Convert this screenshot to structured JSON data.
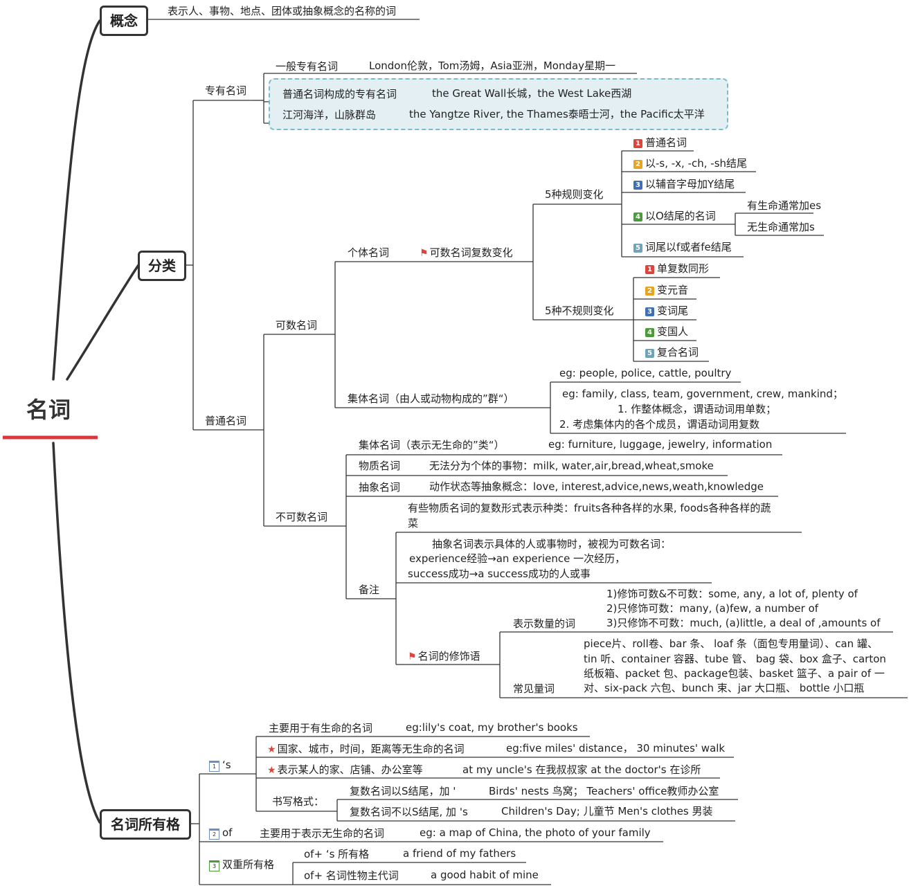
{
  "root": "名词",
  "concept": {
    "label": "概念",
    "text": "表示人、事物、地点、团体或抽象概念的名称的词"
  },
  "classify": {
    "label": "分类",
    "proper": {
      "label": "专有名词",
      "items": [
        {
          "label": "一般专有名词",
          "example": "London伦敦，Tom汤姆，Asia亚洲，Monday星期一"
        },
        {
          "label": "普通名词构成的专有名词",
          "example": "the Great Wall长城，the West Lake西湖"
        },
        {
          "label": "江河海洋，山脉群岛",
          "example": "the Yangtze River, the Thames泰晤士河，the Pacific太平洋"
        }
      ]
    },
    "common": {
      "label": "普通名词",
      "countable": {
        "label": "可数名词",
        "individual": "个体名词",
        "plural_change": "可数名词复数变化",
        "regular": {
          "label": "5种规则变化",
          "items": [
            "普通名词",
            "以-s, -x, -ch, -sh结尾",
            "以辅音字母加Y结尾",
            "以O结尾的名词",
            "词尾以f或者fe结尾"
          ],
          "o_sub": [
            "有生命通常加es",
            "无生命通常加s"
          ]
        },
        "irregular": {
          "label": "5种不规则变化",
          "items": [
            "单复数同形",
            "变元音",
            "变词尾",
            "变国人",
            "复合名词"
          ]
        },
        "collective": {
          "label": "集体名词（由人或动物构成的”群“）",
          "eg1": "eg: people, police, cattle, poultry",
          "eg2": "eg: family, class, team, government, crew, mankind；",
          "eg2_l2": "1. 作整体概念，谓语动词用单数；",
          "eg2_l3": "2. 考虑集体内的各个成员，谓语动词用复数"
        }
      },
      "uncountable": {
        "label": "不可数名词",
        "collective": {
          "label": "集体名词（表示无生命的”类“）",
          "example": "eg: furniture, luggage, jewelry, information"
        },
        "material": {
          "label": "物质名词",
          "example": "无法分为个体的事物：milk, water,air,bread,wheat,smoke"
        },
        "abstract": {
          "label": "抽象名词",
          "example": "动作状态等抽象概念：love, interest,advice,news,weath,knowledge"
        },
        "notes": {
          "label": "备注",
          "n1_l1": "有些物质名词的复数形式表示种类：fruits各种各样的水果, foods各种各样的蔬",
          "n1_l2": "菜",
          "n2_l1": "抽象名词表示具体的人或事物时，被视为可数名词：",
          "n2_l2": "experience经验→an experience 一次经历，",
          "n2_l3": "success成功→a success成功的人或事",
          "modifiers": {
            "label": "名词的修饰语",
            "quantity": {
              "label": "表示数量的词",
              "l1": "1)修饰可数&不可数：some, any, a lot of, plenty of",
              "l2": "2)只修饰可数：many, (a)few, a  number of",
              "l3": "3)只修饰不可数：much, (a)little, a deal of ,amounts of"
            },
            "measure": {
              "label": "常见量词",
              "l1": "piece片、roll卷、bar 条、 loaf 条（面包专用量词）、can 罐、",
              "l2": "tin 听、container 容器、tube 管、 bag 袋、box 盒子、carton",
              "l3": "纸板箱、packet 包、package包装、basket 篮子、a pair of 一",
              "l4": "对、six-pack 六包、bunch 束、jar 大口瓶、 bottle 小口瓶"
            }
          }
        }
      }
    }
  },
  "possessive": {
    "label": "名词所有格",
    "s": {
      "label": "‘s",
      "items": [
        {
          "label": "主要用于有生命的名词",
          "example": "eg:lily's coat, my brother's books"
        },
        {
          "label": "国家、城市，时间，距离等无生命的名词",
          "example": "eg:five miles' distance， 30 minutes' walk"
        },
        {
          "label": "表示某人的家、店铺、办公室等",
          "example": "at my uncle's 在我叔叔家  at the doctor's 在诊所"
        }
      ],
      "writing": {
        "label": "书写格式：",
        "items": [
          {
            "label": "复数名词以S结尾，加 '",
            "example": "Birds' nests 鸟窝； Teachers' office教师办公室"
          },
          {
            "label": "复数名词不以S结尾, 加 's",
            "example": "Children's Day; 儿童节   Men's clothes 男装"
          }
        ]
      }
    },
    "of": {
      "label": "of",
      "desc": "主要用于表示无生命的名词",
      "example": "eg: a map of China, the photo of your family"
    },
    "double": {
      "label": "双重所有格",
      "items": [
        {
          "label": "of+ ‘s 所有格",
          "example": "a friend of my fathers"
        },
        {
          "label": "of+ 名词性物主代词",
          "example": "a good habit of mine"
        }
      ]
    }
  },
  "colors": {
    "line": "#333333",
    "root_underline": "#d9363e",
    "highlight_fill": "#e4eff3",
    "highlight_border": "#78bccc",
    "priority": [
      "#d9463e",
      "#e8a320",
      "#3f6fb5",
      "#4c9a3a",
      "#6fa3b8"
    ]
  },
  "icons": [
    "priority-1-icon",
    "priority-2-icon",
    "priority-3-icon",
    "priority-4-icon",
    "priority-5-icon",
    "red-flag-icon",
    "red-star-icon",
    "calendar-icon"
  ]
}
